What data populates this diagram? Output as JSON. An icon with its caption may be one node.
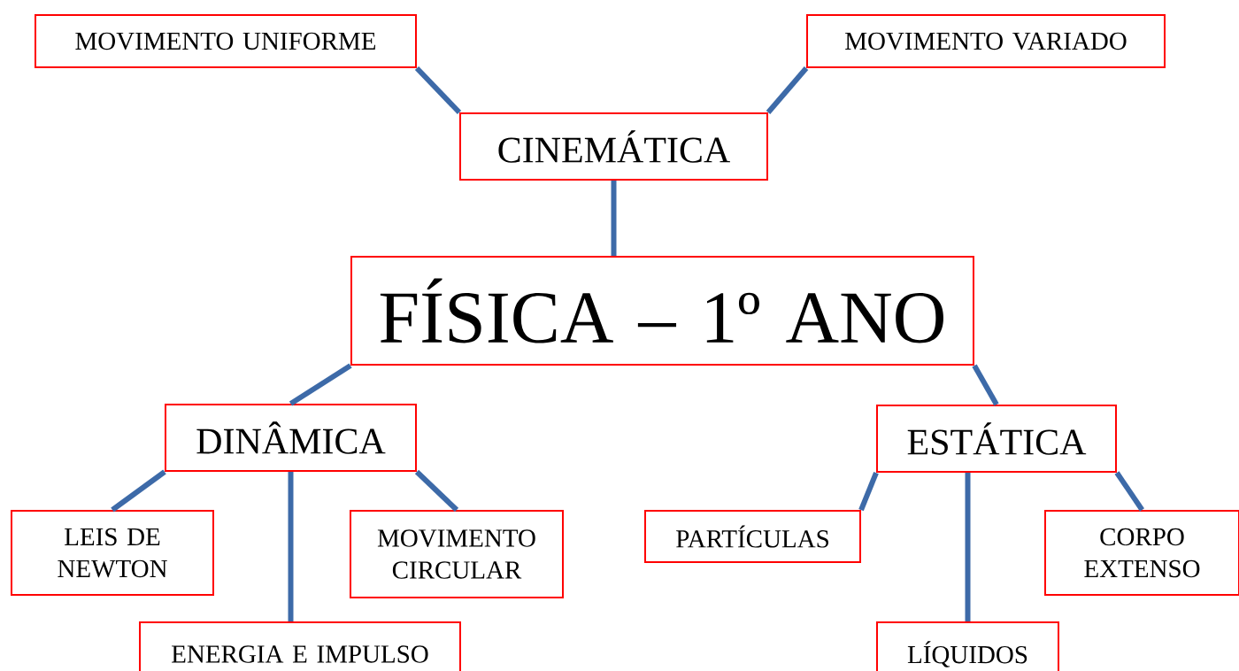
{
  "diagram": {
    "nodes": [
      {
        "text": [
          "MOVIMENTO UNIFORME"
        ]
      },
      {
        "text": [
          "MOVIMENTO VARIADO"
        ]
      },
      {
        "text": [
          "CINEMÁTICA"
        ]
      },
      {
        "text": [
          "FÍSICA – 1º ANO"
        ]
      },
      {
        "text": [
          "DINÂMICA"
        ]
      },
      {
        "text": [
          "ESTÁTICA"
        ]
      },
      {
        "text": [
          "LEIS DE NEWTON"
        ]
      },
      {
        "text": [
          "MOVIMENTO CIRCULAR"
        ]
      },
      {
        "text": [
          "PARTÍCULAS"
        ]
      },
      {
        "text": [
          "CORPO EXTENSO"
        ]
      },
      {
        "text": [
          "ENERGIA E IMPULSO"
        ]
      },
      {
        "text": [
          "LÍQUIDOS"
        ]
      }
    ],
    "edges": [
      {
        "from": 2,
        "to": 0,
        "arrow": "none"
      },
      {
        "from": 2,
        "to": 1,
        "arrow": "none"
      },
      {
        "from": 3,
        "to": 2,
        "arrow": "none"
      },
      {
        "from": 3,
        "to": 4,
        "arrow": "none"
      },
      {
        "from": 3,
        "to": 5,
        "arrow": "none"
      },
      {
        "from": 4,
        "to": 6,
        "arrow": "none"
      },
      {
        "from": 4,
        "to": 10,
        "arrow": "none"
      },
      {
        "from": 4,
        "to": 7,
        "arrow": "none"
      },
      {
        "from": 5,
        "to": 8,
        "arrow": "none"
      },
      {
        "from": 5,
        "to": 11,
        "arrow": "none"
      },
      {
        "from": 5,
        "to": 9,
        "arrow": "none"
      }
    ]
  }
}
